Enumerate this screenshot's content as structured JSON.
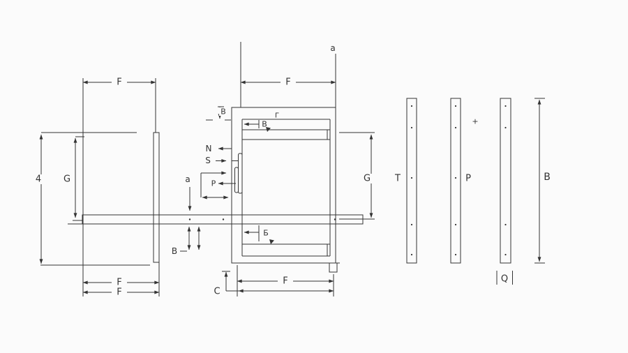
{
  "drawing": {
    "background": "#fbfbfb",
    "line_color": "#333333",
    "labels": {
      "f_top_left": "F",
      "f_top_center": "F",
      "a_top": "a",
      "dim_4": "4",
      "g_left": "G",
      "b_small_top": "B",
      "gamma": "Г",
      "b_inner_top": "B",
      "n": "N",
      "s": "S",
      "a_mid": "a",
      "p_hinge": "P",
      "g_right": "G",
      "b_below_rail": "B",
      "b_inner_bottom": "Б",
      "c": "C",
      "f_bottom_left_1": "F",
      "f_bottom_left_2": "F",
      "f_bottom_center": "F",
      "t_slat": "T",
      "p_slat": "P",
      "plus_mark": "+",
      "b_right": "B",
      "q": "Q"
    }
  }
}
